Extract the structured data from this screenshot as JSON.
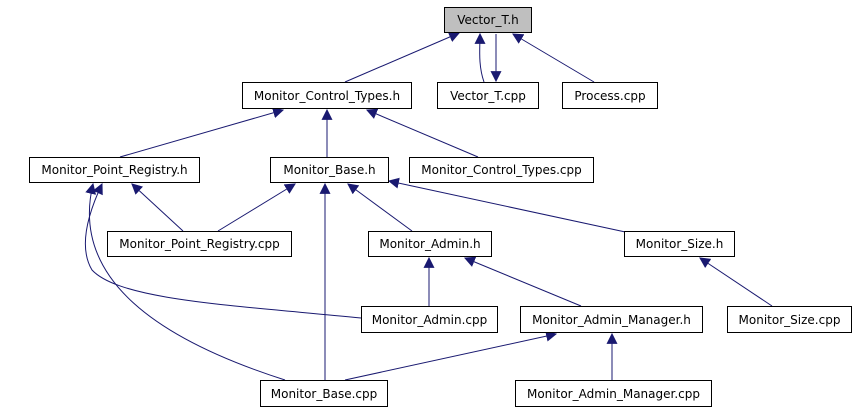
{
  "nodes": {
    "vector_t_h": "Vector_T.h",
    "monitor_control_types_h": "Monitor_Control_Types.h",
    "vector_t_cpp": "Vector_T.cpp",
    "process_cpp": "Process.cpp",
    "monitor_point_registry_h": "Monitor_Point_Registry.h",
    "monitor_base_h": "Monitor_Base.h",
    "monitor_control_types_cpp": "Monitor_Control_Types.cpp",
    "monitor_point_registry_cpp": "Monitor_Point_Registry.cpp",
    "monitor_admin_h": "Monitor_Admin.h",
    "monitor_size_h": "Monitor_Size.h",
    "monitor_admin_cpp": "Monitor_Admin.cpp",
    "monitor_admin_manager_h": "Monitor_Admin_Manager.h",
    "monitor_size_cpp": "Monitor_Size.cpp",
    "monitor_base_cpp": "Monitor_Base.cpp",
    "monitor_admin_manager_cpp": "Monitor_Admin_Manager.cpp"
  },
  "colors": {
    "edge": "#191970",
    "root_fill": "#bfbfbf",
    "node_fill": "#ffffff",
    "node_border": "#000000"
  }
}
